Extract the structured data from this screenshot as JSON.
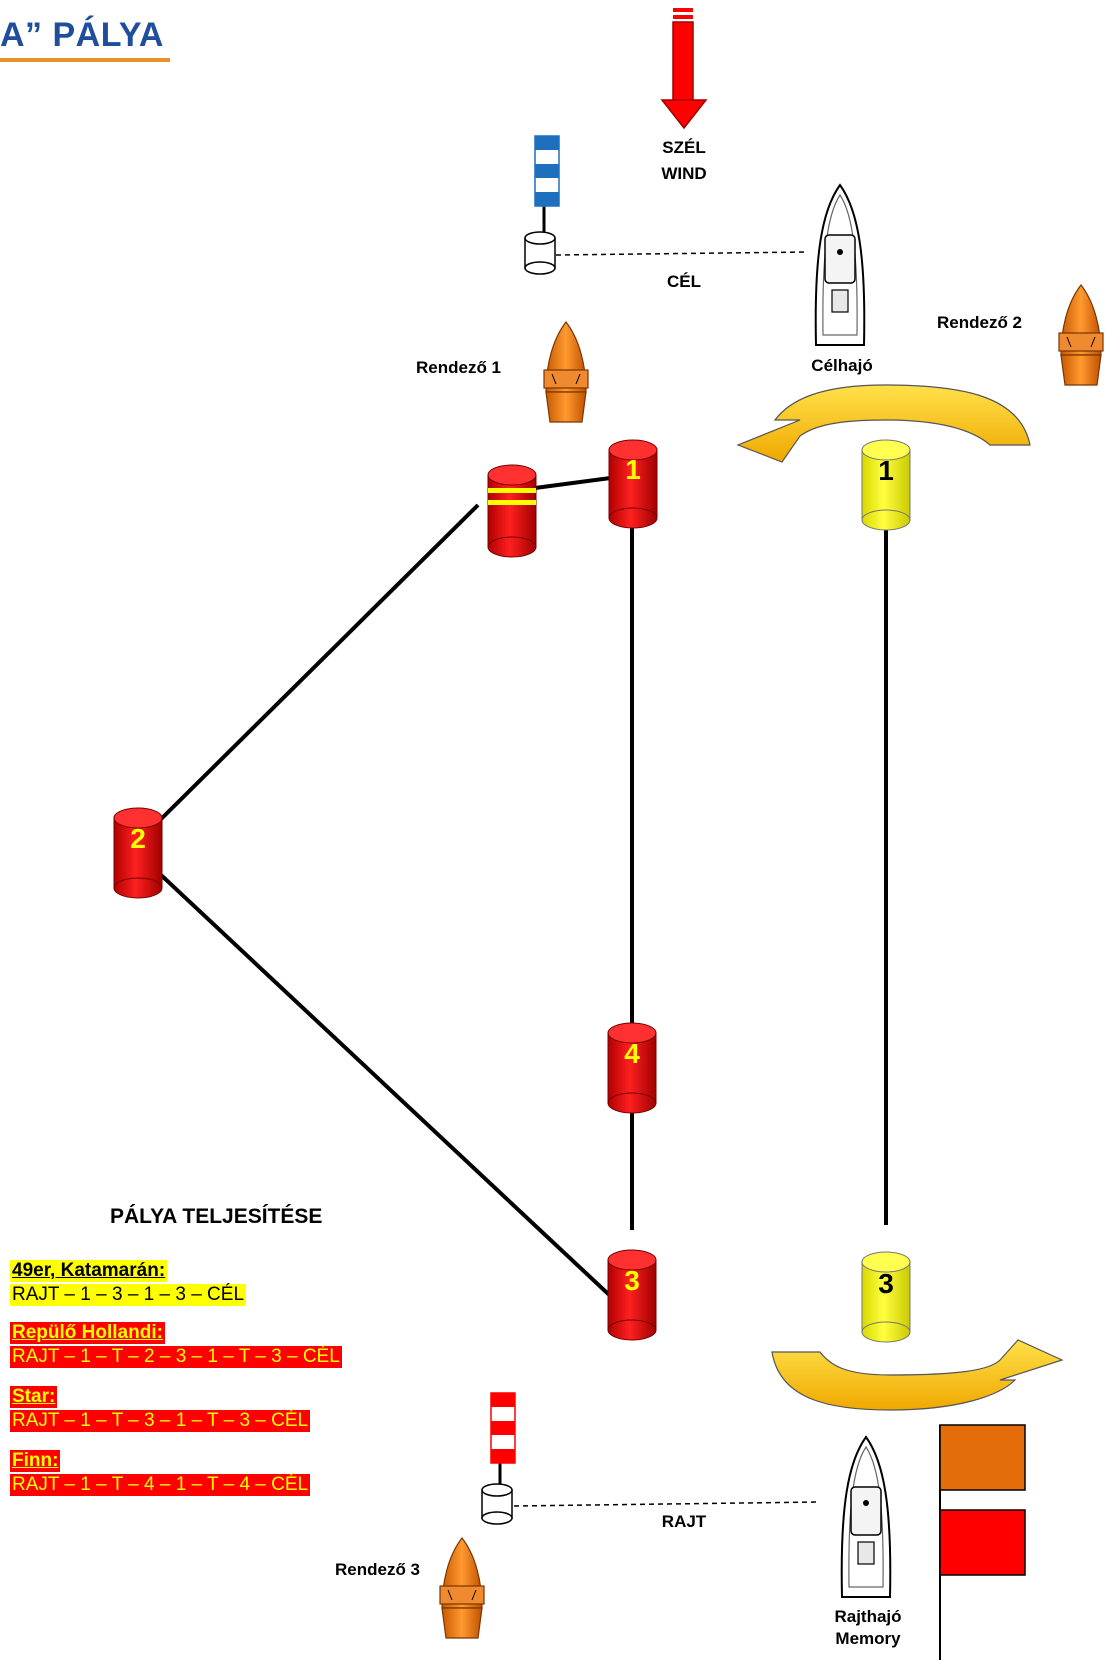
{
  "title": "A” PÁLYA",
  "wind": {
    "line1": "SZÉL",
    "line2": "WIND"
  },
  "finish_label": "CÉL",
  "start_label": "RAJT",
  "finish_boat": "Célhajó",
  "start_boat": {
    "line1": "Rajthajó",
    "line2": "Memory"
  },
  "officials": [
    "Rendező 1",
    "Rendező 2",
    "Rendező 3"
  ],
  "marks": {
    "m1": "1",
    "m2": "2",
    "m3": "3",
    "m4": "4",
    "y1": "1",
    "y3": "3"
  },
  "completion_title": "PÁLYA TELJESÍTÉSE",
  "courses": [
    {
      "header": "49er, Katamarán:",
      "route": "RAJT – 1 – 3 – 1 – 3 – CÉL",
      "color": "yellow"
    },
    {
      "header": "Repülő Hollandi:",
      "route": "RAJT – 1 – T – 2 – 3 – 1 – T – 3 – CÉL",
      "color": "red"
    },
    {
      "header": "Star:",
      "route": "RAJT – 1 – T – 3 – 1 – T – 3 – CÉL",
      "color": "red"
    },
    {
      "header": "Finn:",
      "route": "RAJT – 1 – T – 4 – 1 – T – 4 – CÉL",
      "color": "red"
    }
  ],
  "colors": {
    "mark_red": "#ff0000",
    "mark_yellow": "#ffff00",
    "flag_orange": "#e46c0a",
    "flag_red": "#ff0000",
    "arrow": "#ffc000",
    "wind_arrow": "#ff0000"
  }
}
